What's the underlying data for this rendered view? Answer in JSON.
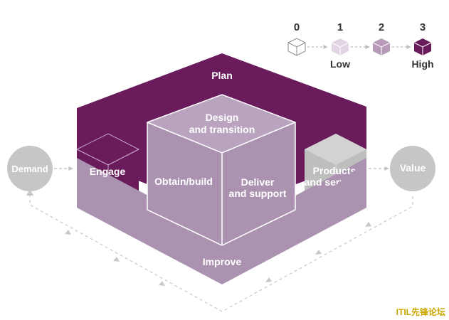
{
  "labels": {
    "plan": "Plan",
    "design_line1": "Design",
    "design_line2": "and transition",
    "engage": "Engage",
    "obtain": "Obtain/build",
    "deliver_line1": "Deliver",
    "deliver_line2": "and support",
    "products_line1": "Products",
    "products_line2": "and services",
    "improve": "Improve",
    "demand": "Demand",
    "value": "Value"
  },
  "legend": {
    "levels": [
      {
        "num": "0",
        "caption": "",
        "color": "#ffffff"
      },
      {
        "num": "1",
        "caption": "Low",
        "color": "#e2d5e3"
      },
      {
        "num": "2",
        "caption": "",
        "color": "#b89ab9"
      },
      {
        "num": "3",
        "caption": "High",
        "color": "#6a1b5c"
      }
    ]
  },
  "colors": {
    "high": "#6a1b5c",
    "medium": "#ab92b0",
    "medium_top": "#b59fbb",
    "gray": "#bebebe",
    "connector": "#bdbdbd"
  },
  "watermark": "ITIL先锋论坛"
}
